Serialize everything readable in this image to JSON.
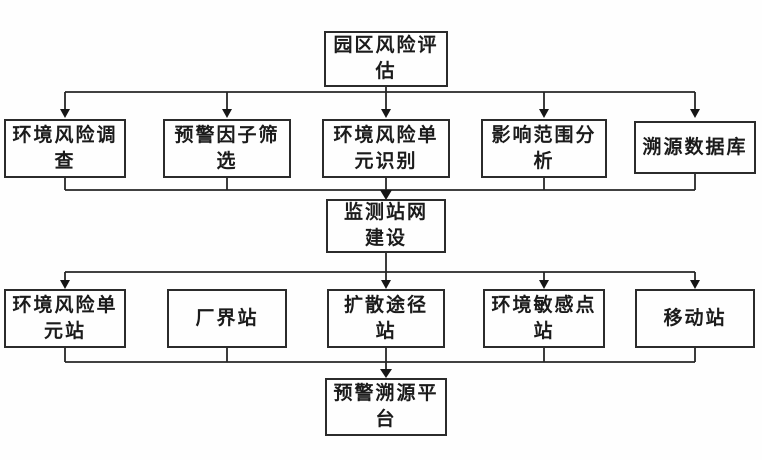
{
  "diagram": {
    "title": "park-environmental-risk-early-warning-flowchart",
    "colors": {
      "background": "#fefefe",
      "line": "#262626",
      "box_border": "#2b2b2b",
      "text": "#1b1b1b"
    },
    "nodes": {
      "park_risk_assessment": "园区风险评估",
      "env_risk_survey": "环境风险调查",
      "warning_factor_screening": "预警因子筛选",
      "env_risk_unit_identification": "环境风险单元识别",
      "impact_scope_analysis": "影响范围分析",
      "traceability_database": "溯源数据库",
      "monitoring_station_network_construction": "监测站网建设",
      "env_risk_unit_station": "环境风险单元站",
      "factory_boundary_station": "厂界站",
      "diffusion_path_station": "扩散途径站",
      "env_sensitive_point_station": "环境敏感点站",
      "mobile_station": "移动站",
      "warning_traceability_platform": "预警溯源平台"
    },
    "edges": [
      {
        "from": "park_risk_assessment",
        "to": "env_risk_survey",
        "arrow": true
      },
      {
        "from": "park_risk_assessment",
        "to": "warning_factor_screening",
        "arrow": true
      },
      {
        "from": "park_risk_assessment",
        "to": "env_risk_unit_identification",
        "arrow": true
      },
      {
        "from": "park_risk_assessment",
        "to": "impact_scope_analysis",
        "arrow": true
      },
      {
        "from": "park_risk_assessment",
        "to": "traceability_database",
        "arrow": true
      },
      {
        "from": "env_risk_survey",
        "to": "monitoring_station_network_construction",
        "arrow": true
      },
      {
        "from": "warning_factor_screening",
        "to": "monitoring_station_network_construction",
        "arrow": true
      },
      {
        "from": "env_risk_unit_identification",
        "to": "monitoring_station_network_construction",
        "arrow": true
      },
      {
        "from": "impact_scope_analysis",
        "to": "monitoring_station_network_construction",
        "arrow": true
      },
      {
        "from": "traceability_database",
        "to": "monitoring_station_network_construction",
        "arrow": true
      },
      {
        "from": "monitoring_station_network_construction",
        "to": "env_risk_unit_station",
        "arrow": true
      },
      {
        "from": "monitoring_station_network_construction",
        "to": "factory_boundary_station",
        "arrow": false
      },
      {
        "from": "monitoring_station_network_construction",
        "to": "diffusion_path_station",
        "arrow": true
      },
      {
        "from": "monitoring_station_network_construction",
        "to": "env_sensitive_point_station",
        "arrow": true
      },
      {
        "from": "monitoring_station_network_construction",
        "to": "mobile_station",
        "arrow": true
      },
      {
        "from": "env_risk_unit_station",
        "to": "warning_traceability_platform",
        "arrow": true
      },
      {
        "from": "factory_boundary_station",
        "to": "warning_traceability_platform",
        "arrow": true
      },
      {
        "from": "diffusion_path_station",
        "to": "warning_traceability_platform",
        "arrow": true
      },
      {
        "from": "env_sensitive_point_station",
        "to": "warning_traceability_platform",
        "arrow": true
      },
      {
        "from": "mobile_station",
        "to": "warning_traceability_platform",
        "arrow": true
      }
    ]
  }
}
